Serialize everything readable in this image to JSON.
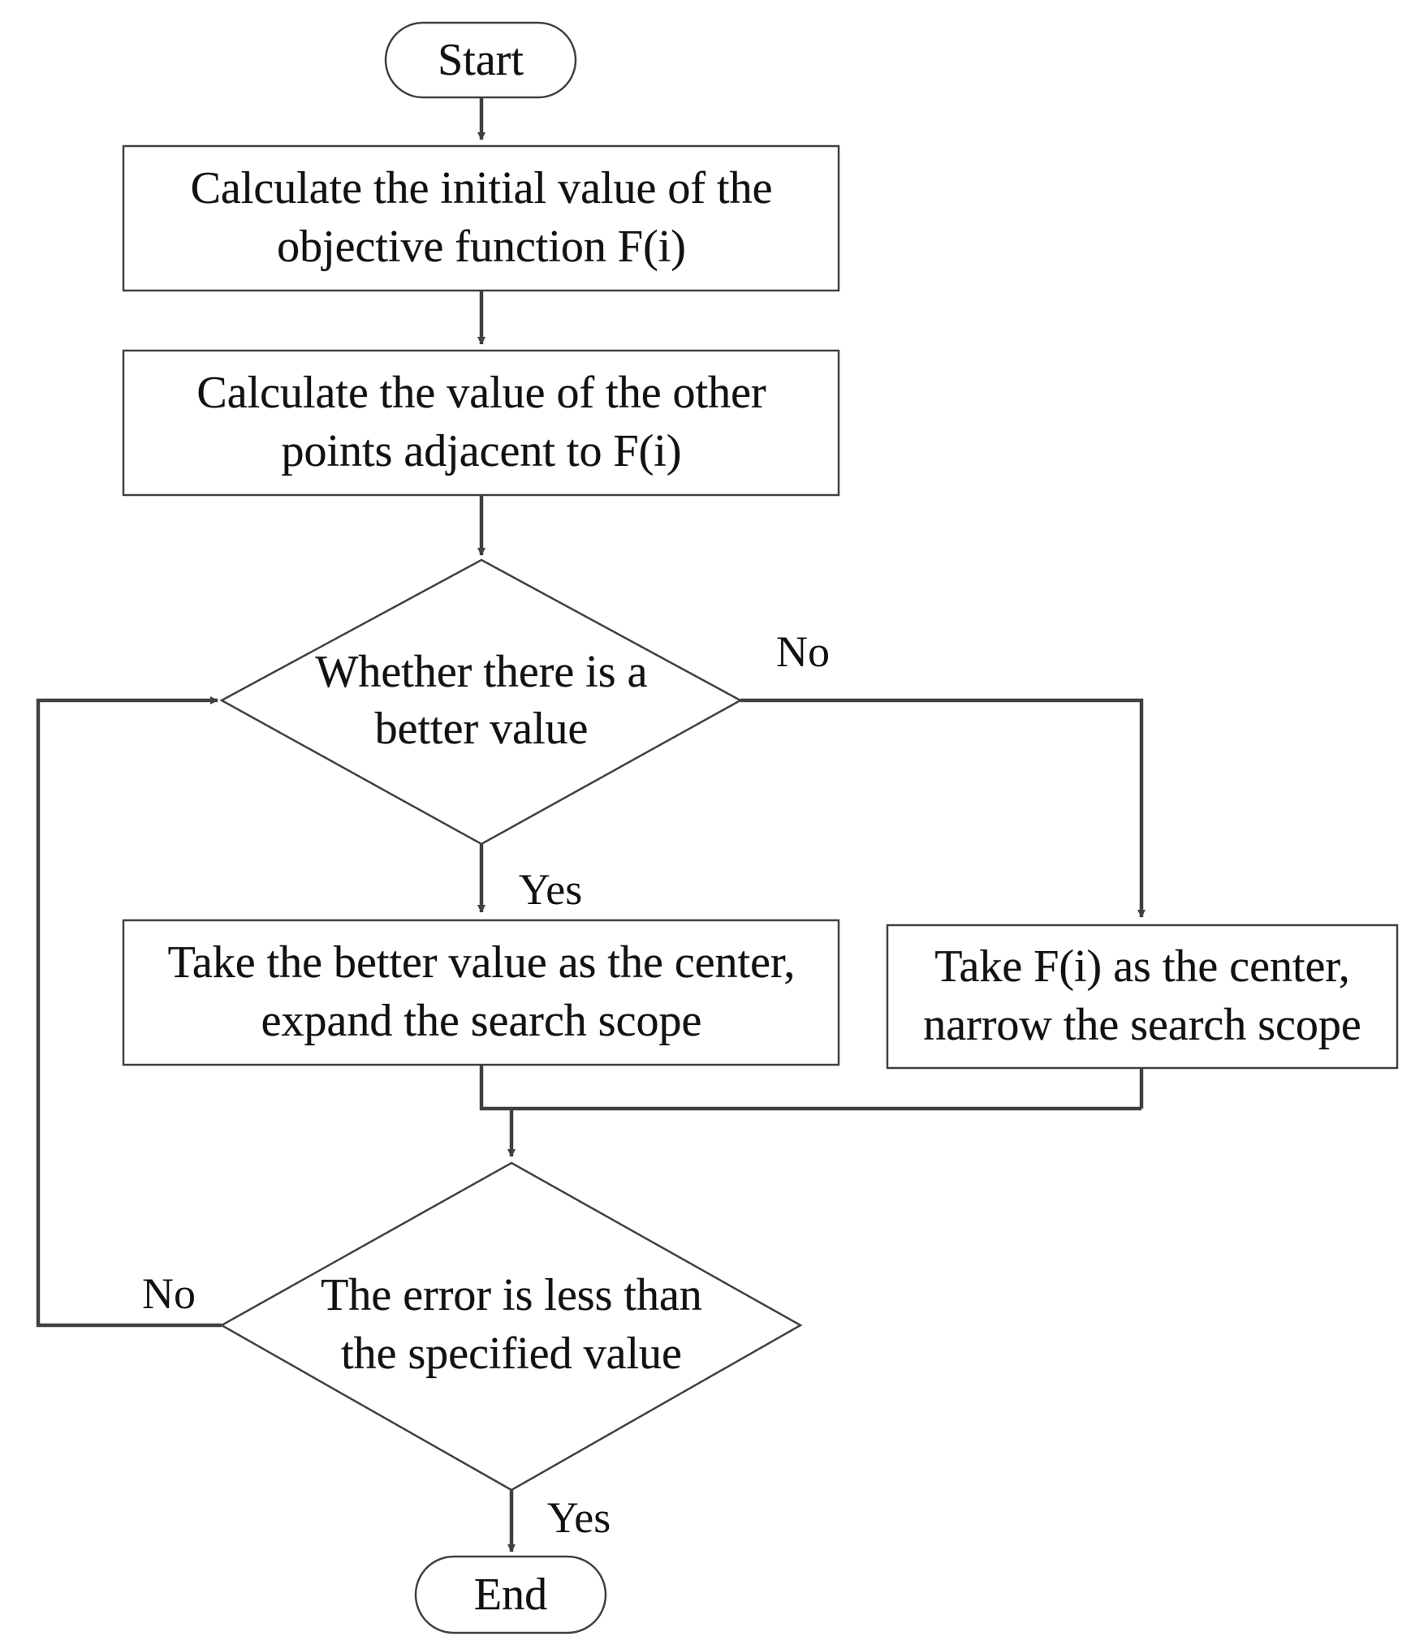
{
  "nodes": {
    "start": "Start",
    "init_line1": "Calculate the initial value of the",
    "init_line2": "objective function F(i)",
    "adjacent_line1": "Calculate the value of the other",
    "adjacent_line2": "points adjacent to F(i)",
    "better_line1": "Whether there is a",
    "better_line2": "better value",
    "expand_line1": "Take the better value as the center,",
    "expand_line2": "expand the search scope",
    "narrow_line1": "Take F(i) as the center,",
    "narrow_line2": "narrow the search scope",
    "error_line1": "The error is less than",
    "error_line2": "the specified value",
    "end": "End"
  },
  "labels": {
    "better_no": "No",
    "better_yes": "Yes",
    "error_no": "No",
    "error_yes": "Yes"
  },
  "colors": {
    "line": "#404040",
    "text": "#111111",
    "background": "#ffffff"
  }
}
